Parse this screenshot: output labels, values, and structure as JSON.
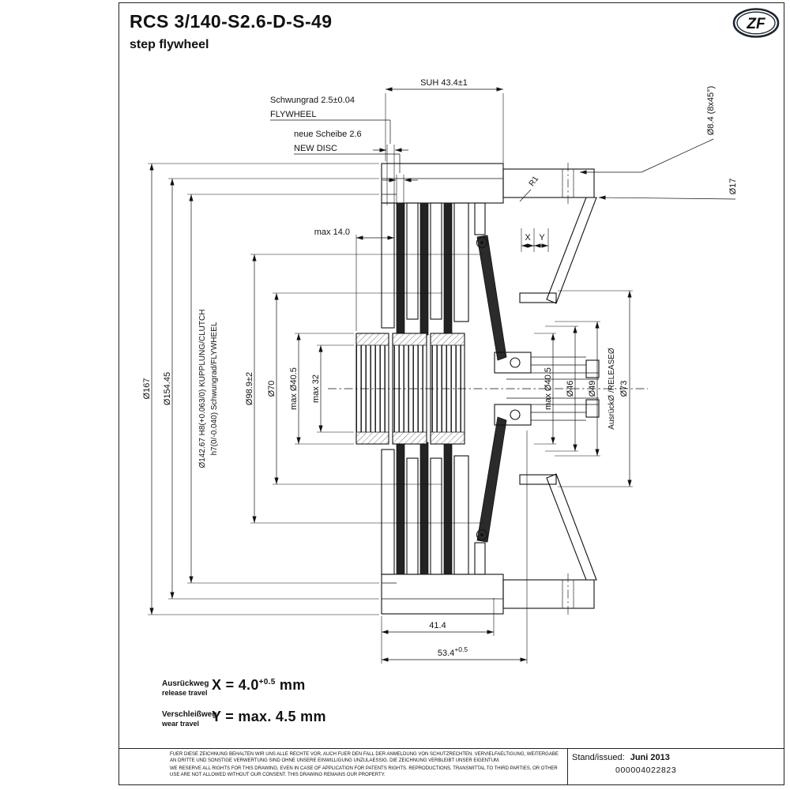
{
  "header": {
    "title": "RCS 3/140-S2.6-D-S-49",
    "subtitle": "step flywheel",
    "logo_text": "ZF"
  },
  "dims": {
    "top": {
      "suh": "SUH 43.4±1",
      "flywheel_de": "Schwungrad 2.5±0.04",
      "flywheel_en": "FLYWHEEL",
      "new_disc_de": "neue Scheibe 2.6",
      "new_disc_en": "NEW DISC",
      "bolt_hole": "Ø8.4 (8x45°)",
      "d17": "Ø17",
      "r1": "R1",
      "x": "X",
      "y": "Y",
      "max14": "max 14.0"
    },
    "left": {
      "d167": "Ø167",
      "d154": "Ø154.45",
      "d142_clutch": "Ø142.67 H8(+0.063/0) KUPPLUNG/CLUTCH",
      "d142_flywheel": "h7(0/-0.040) Schwungrad/FLYWHEEL",
      "d98": "Ø98.9±2",
      "d70": "Ø70",
      "d40": "max Ø40.5",
      "max32": "max 32"
    },
    "right": {
      "d40": "max Ø40.5",
      "d46": "Ø46",
      "d49": "Ø49",
      "release": "AusrückØ /RELEASEØ",
      "d73": "Ø73"
    },
    "bottom": {
      "d414": "41.4",
      "d534": "53.4",
      "d534_tol": "+0.5"
    }
  },
  "travel": {
    "release_de": "Ausrückweg",
    "release_en": "release travel",
    "release_value": "X = 4.0",
    "release_tol": "+0.5",
    "release_unit": "mm",
    "wear_de": "Verschleißweg",
    "wear_en": "wear travel",
    "wear_value": "Y = max. 4.5 mm"
  },
  "footer": {
    "legal_de": "FUER DIESE ZEICHNUNG BEHALTEN WIR UNS ALLE RECHTE VOR, AUCH FUER DEN FALL DER ANMELDUNG VON SCHUTZRECHTEN. VERVIELFAELTIGUNG, WEITERGABE AN DRITTE UND SONSTIGE VERWERTUNG SIND OHNE UNSERE EINWILLIGUNG UNZULAESSIG. DIE ZEICHNUNG VERBLEIBT UNSER EIGENTUM.",
    "legal_en": "WE RESERVE ALL RIGHTS FOR THIS DRAWING, EVEN IN CASE OF APPLICATION FOR PATENTS RIGHTS. REPRODUCTIONS, TRANSMITTAL TO THIRD PARTIES, OR OTHER USE ARE NOT ALLOWED WITHOUT OUR CONSENT. THIS DRAWING REMAINS OUR PROPERTY.",
    "issued_label": "Stand/issued:",
    "issued_value": "Juni 2013",
    "doc_number": "000004022823"
  }
}
